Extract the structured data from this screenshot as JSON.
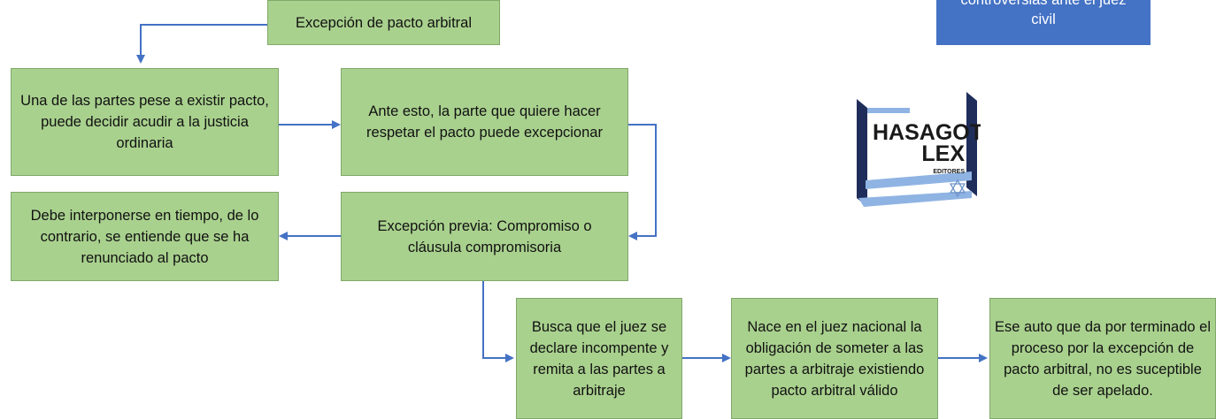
{
  "nodes": {
    "title": "Excepción de pacto arbitral",
    "step1": "Una de las partes pese a existir pacto, puede decidir acudir a la justicia ordinaria",
    "step2": "Ante esto, la parte que quiere hacer respetar el pacto puede excepcionar",
    "step3": "Excepción previa: Compromiso o cláusula compromisoria",
    "step4": "Debe interponerse en tiempo, de lo contrario, se entiende que se ha renunciado al pacto",
    "step5": "Busca que el juez se declare incompente y remita a las partes a arbitraje",
    "step6": "Nace en el juez nacional la obligación de someter a las partes a arbitraje existiendo pacto arbitral válido",
    "step7": "Ese auto que da por terminado el proceso por la excepción de pacto arbitral, no es suceptible de ser apelado.",
    "blue_line1": "controversias ante el juez",
    "blue_line2": "civil"
  },
  "logo": {
    "line1": "HASAGOT",
    "line2": "LEX",
    "line3": "EDITORES",
    "icon": "star-of-david-icon"
  },
  "colors": {
    "green_box": "#a9d18e",
    "blue_box": "#4472c4",
    "connector": "#4472c4",
    "logo_dark": "#1f2d5a",
    "logo_light": "#8fb4e3"
  }
}
